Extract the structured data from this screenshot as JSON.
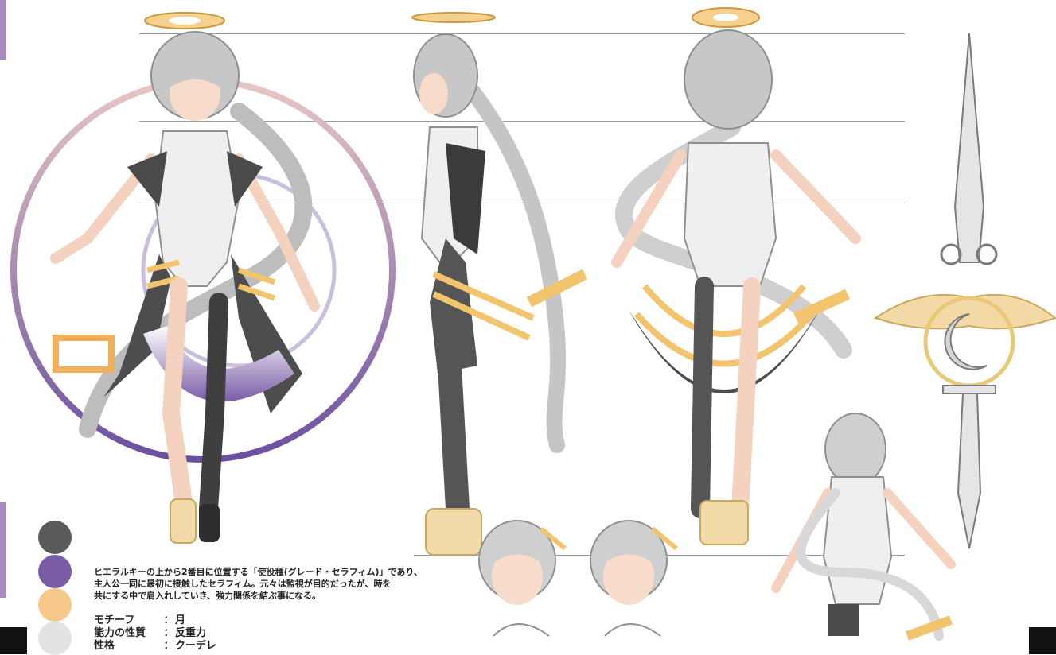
{
  "description": {
    "lines": [
      "ヒエラルキーの上から2番目に位置する「使役種(グレード・セラフィム)」であり、",
      "主人公一同に最初に接触したセラフィム。元々は監視が目的だったが、時を",
      "共にする中で肩入れしていき、強力関係を結ぶ事になる。"
    ]
  },
  "attributes": [
    {
      "label": "モチーフ",
      "sep": "：",
      "value": "月"
    },
    {
      "label": "能力の性質",
      "sep": "：",
      "value": "反重力"
    },
    {
      "label": "性格",
      "sep": "：",
      "value": "クーデレ"
    }
  ],
  "palette": {
    "swatches": [
      "#5a5a5a",
      "#7a5ca6",
      "#f6c98a",
      "#e2e2e2"
    ],
    "accent": "#a78bbf"
  },
  "icons": {
    "halo": "halo-icon",
    "sword": "sword-icon"
  }
}
